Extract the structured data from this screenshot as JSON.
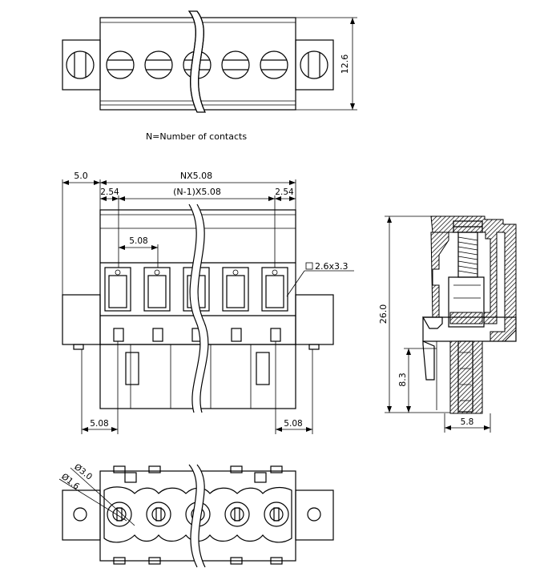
{
  "note": "N=Number of contacts",
  "top_view": {
    "height_dim": "12.6"
  },
  "front_view": {
    "overall_dim": "NX5.08",
    "left_margin_dim": "5.0",
    "inner_dim": "(N-1)X5.08",
    "left_pitch_half": "2.54",
    "right_pitch_half": "2.54",
    "pitch_dim": "5.08",
    "square_dim": "2.6x3.3",
    "bottom_left_dim": "5.08",
    "bottom_right_dim": "5.08"
  },
  "side_view": {
    "height_dim": "26.0",
    "pin_dim": "8.3",
    "width_dim": "5.8"
  },
  "bottom_view": {
    "hole_dim": "Ø3.0",
    "pin_dim": "Ø1.6"
  }
}
